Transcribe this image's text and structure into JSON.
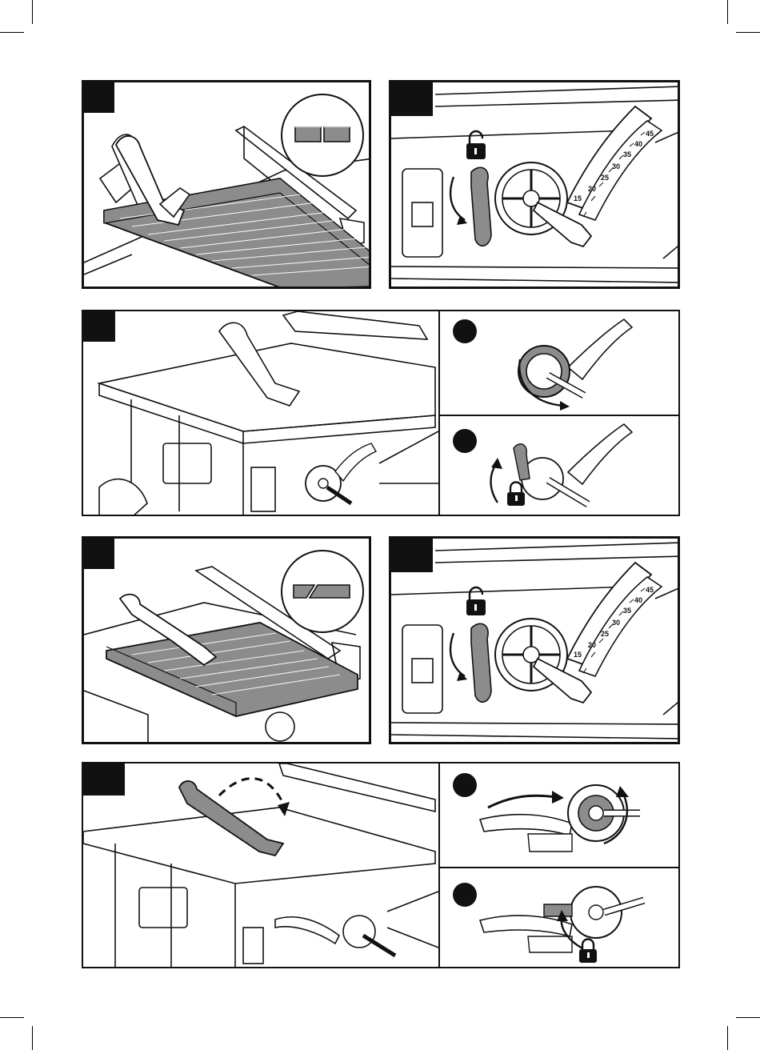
{
  "page": {
    "background": "#ffffff",
    "ink": "#111111",
    "shade": "#8c8c8c"
  },
  "icons": {
    "unlock": "unlock-padlock-icon",
    "lock": "lock-padlock-icon",
    "rotate": "rotation-arrow-icon",
    "bevel_square": "square-edge-cut-icon",
    "bevel_angled": "bevel-edge-cut-icon"
  },
  "bevel_scale": {
    "labels": [
      "15",
      "20",
      "25",
      "30",
      "35",
      "40",
      "45"
    ]
  }
}
